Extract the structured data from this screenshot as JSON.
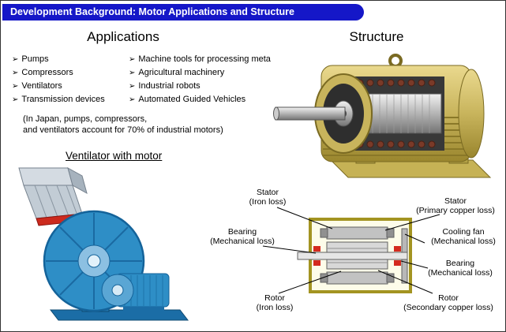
{
  "banner": {
    "title": "Development Background: Motor Applications and Structure",
    "bg_color": "#1517c8"
  },
  "applications": {
    "heading": "Applications",
    "bullet": "➢",
    "col1": [
      "Pumps",
      "Compressors",
      "Ventilators",
      "Transmission devices"
    ],
    "col2": [
      "Machine tools for processing meta",
      "Agricultural machinery",
      "Industrial robots",
      "Automated Guided Vehicles"
    ],
    "note": [
      "(In Japan, pumps, compressors,",
      "and ventilators account for 70% of industrial motors)"
    ]
  },
  "structure": {
    "heading": "Structure"
  },
  "ventilator": {
    "heading": "Ventilator with motor"
  },
  "loss_diagram": {
    "stator_iron": {
      "name": "Stator",
      "loss": "(Iron loss)"
    },
    "stator_copper": {
      "name": "Stator",
      "loss": "(Primary copper loss)"
    },
    "bearing_left": {
      "name": "Bearing",
      "loss": "(Mechanical loss)"
    },
    "cooling_fan": {
      "name": "Cooling fan",
      "loss": "(Mechanical loss)"
    },
    "bearing_right": {
      "name": "Bearing",
      "loss": "(Mechanical loss)"
    },
    "rotor_iron": {
      "name": "Rotor",
      "loss": "(Iron loss)"
    },
    "rotor_copper": {
      "name": "Rotor",
      "loss": "(Secondary copper loss)"
    }
  },
  "colors": {
    "case_olive": "#a39421",
    "bearing_red": "#d42a1e",
    "ventilator_blue": "#2e8ec6",
    "motor_gold": "#c8b45c"
  }
}
